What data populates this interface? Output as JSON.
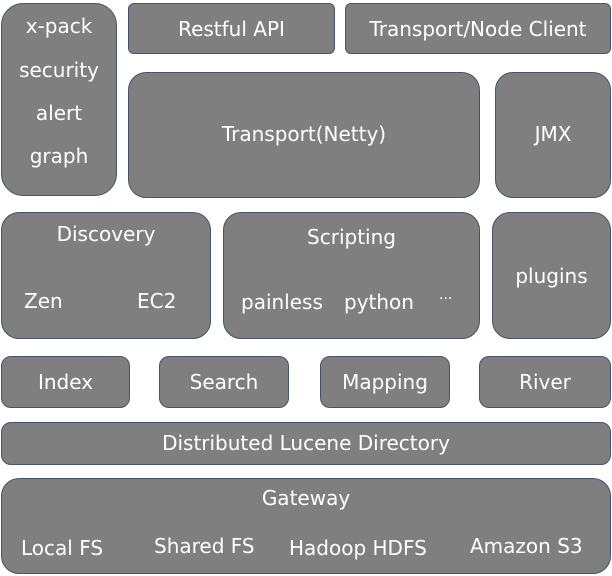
{
  "xpack_box": {
    "lines": [
      "x-pack",
      "security",
      "alert",
      "graph"
    ]
  },
  "top_row": {
    "restful_api": "Restful API",
    "transport_node_client": "Transport/Node Client"
  },
  "transport_netty": "Transport(Netty)",
  "jmx": "JMX",
  "discovery": {
    "title": "Discovery",
    "zen": "Zen",
    "ec2": "EC2"
  },
  "scripting": {
    "title": "Scripting",
    "painless": "painless",
    "python": "python",
    "more": "···"
  },
  "plugins": "plugins",
  "modules": [
    "Index",
    "Search",
    "Mapping",
    "River"
  ],
  "distributed_lucene_directory": "Distributed Lucene Directory",
  "gateway": {
    "title": "Gateway",
    "items": [
      "Local FS",
      "Shared FS",
      "Hadoop HDFS",
      "Amazon S3"
    ]
  }
}
